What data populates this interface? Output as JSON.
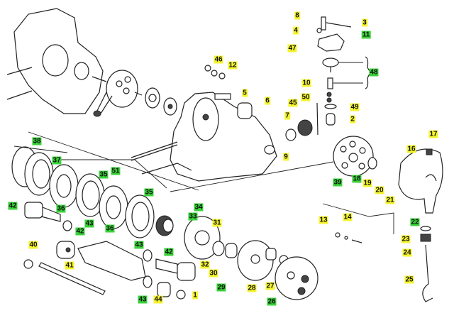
{
  "title": "Engine crankcase and clutch exploded parts diagram",
  "colors": {
    "yellow_label": "#f4f430",
    "green_label": "#3ad23a"
  },
  "labels": {
    "l8": "8",
    "l3": "3",
    "l4": "4",
    "l11": "11",
    "l47": "47",
    "l48": "48",
    "l46": "46",
    "l12": "12",
    "l5": "5",
    "l6": "6",
    "l10": "10",
    "l50": "50",
    "l45": "45",
    "l49": "49",
    "l2": "2",
    "l7": "7",
    "l9": "9",
    "l17": "17",
    "l16": "16",
    "l39": "39",
    "l18": "18",
    "l19": "19",
    "l20": "20",
    "l21": "21",
    "l22": "22",
    "l13": "13",
    "l14": "14",
    "l23": "23",
    "l24": "24",
    "l25": "25",
    "l38": "38",
    "l37": "37",
    "l35a": "35",
    "l51": "51",
    "l35b": "35",
    "l34": "34",
    "l33": "33",
    "l31": "31",
    "l42a": "42",
    "l36a": "36",
    "l43a": "43",
    "l42b": "42",
    "l36b": "36",
    "l40": "40",
    "l41": "41",
    "l43b": "43",
    "l42c": "42",
    "l32": "32",
    "l30": "30",
    "l29": "29",
    "l28": "28",
    "l27": "27",
    "l26": "26",
    "l43c": "43",
    "l44": "44",
    "l1": "1"
  }
}
